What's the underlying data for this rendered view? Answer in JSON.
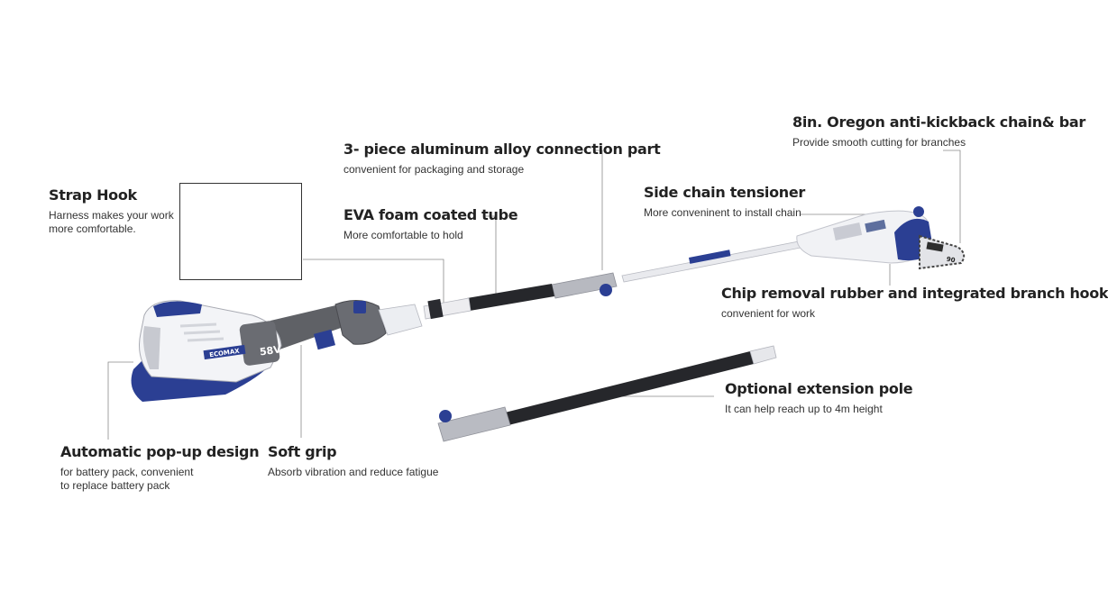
{
  "colors": {
    "accent_blue": "#2b3f93",
    "housing_white": "#f4f4f6",
    "grip_gray": "#5f6166",
    "tube_black": "#1f2024",
    "leader_line": "#8a8a8a"
  },
  "callouts": {
    "oregon": {
      "title": "8in. Oregon anti-kickback chain& bar",
      "desc_lines": [
        "Provide smooth cutting for branches"
      ]
    },
    "aluminum": {
      "title": "3- piece aluminum alloy connection part",
      "desc_lines": [
        "convenient for packaging and storage"
      ]
    },
    "strap": {
      "title": "Strap Hook",
      "desc_lines": [
        "Harness makes your work",
        "more comfortable."
      ]
    },
    "eva": {
      "title": "EVA foam coated tube",
      "desc_lines": [
        "More comfortable to hold"
      ]
    },
    "tensioner": {
      "title": "Side chain tensioner",
      "desc_lines": [
        "More conveninent to install chain"
      ]
    },
    "chip": {
      "title": "Chip removal rubber and integrated branch hook",
      "desc_lines": [
        "convenient for work"
      ]
    },
    "extension": {
      "title": "Optional extension pole",
      "desc_lines": [
        "It can help reach up to 4m height"
      ]
    },
    "popup": {
      "title": "Automatic pop-up design",
      "desc_lines": [
        "for battery pack, convenient",
        "to replace battery pack"
      ]
    },
    "grip": {
      "title": "Soft grip",
      "desc_lines": [
        "Absorb vibration and reduce fatigue"
      ]
    }
  },
  "product_marks": {
    "brand": "ECOMAX",
    "voltage": "58V",
    "bar_number": "90"
  }
}
